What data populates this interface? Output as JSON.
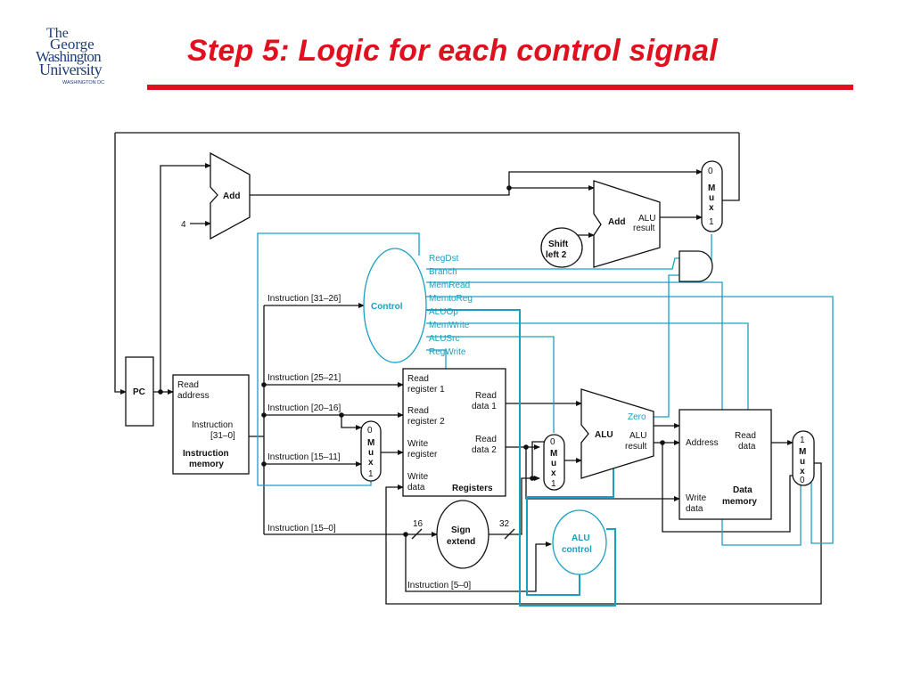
{
  "slide": {
    "title": "Step 5: Logic for each control signal",
    "logo_text": {
      "line1": "The",
      "line2": "George",
      "line3": "Washington",
      "line4": "University",
      "line5": "WASHINGTON DC"
    }
  },
  "colors": {
    "title": "#e0101e",
    "control": "#1a9fc2",
    "wire": "#111111"
  },
  "diagram": {
    "pc": "PC",
    "add_top": "Add",
    "const4": "4",
    "imem": {
      "read_address_1": "Read",
      "read_address_2": "address",
      "instr_1": "Instruction",
      "instr_2": "[31–0]",
      "name_1": "Instruction",
      "name_2": "memory"
    },
    "control": "Control",
    "signals": [
      "RegDst",
      "Branch",
      "MemRead",
      "MemtoReg",
      "ALUOp",
      "MemWrite",
      "ALUSrc",
      "RegWrite"
    ],
    "instr_fields": {
      "f31_26": "Instruction [31–26]",
      "f25_21": "Instruction [25–21]",
      "f20_16": "Instruction [20–16]",
      "f15_11": "Instruction [15–11]",
      "f15_0": "Instruction [15–0]",
      "f5_0": "Instruction [5–0]"
    },
    "registers": {
      "rr1_1": "Read",
      "rr1_2": "register 1",
      "rr2_1": "Read",
      "rr2_2": "register 2",
      "wr_1": "Write",
      "wr_2": "register",
      "wd_1": "Write",
      "wd_2": "data",
      "rd1_1": "Read",
      "rd1_2": "data 1",
      "rd2_1": "Read",
      "rd2_2": "data 2",
      "name": "Registers"
    },
    "mux": {
      "m": "M",
      "u": "u",
      "x": "x",
      "zero": "0",
      "one": "1"
    },
    "sign_extend": {
      "line1": "Sign",
      "line2": "extend",
      "in_bits": "16",
      "out_bits": "32"
    },
    "shift": {
      "line1": "Shift",
      "line2": "left 2"
    },
    "add_branch": {
      "name": "Add",
      "res_1": "ALU",
      "res_2": "result"
    },
    "alu": {
      "name": "ALU",
      "zero": "Zero",
      "res_1": "ALU",
      "res_2": "result"
    },
    "alu_control": {
      "line1": "ALU",
      "line2": "control"
    },
    "dmem": {
      "address": "Address",
      "rd_1": "Read",
      "rd_2": "data",
      "wd_1": "Write",
      "wd_2": "data",
      "name_1": "Data",
      "name_2": "memory"
    }
  }
}
